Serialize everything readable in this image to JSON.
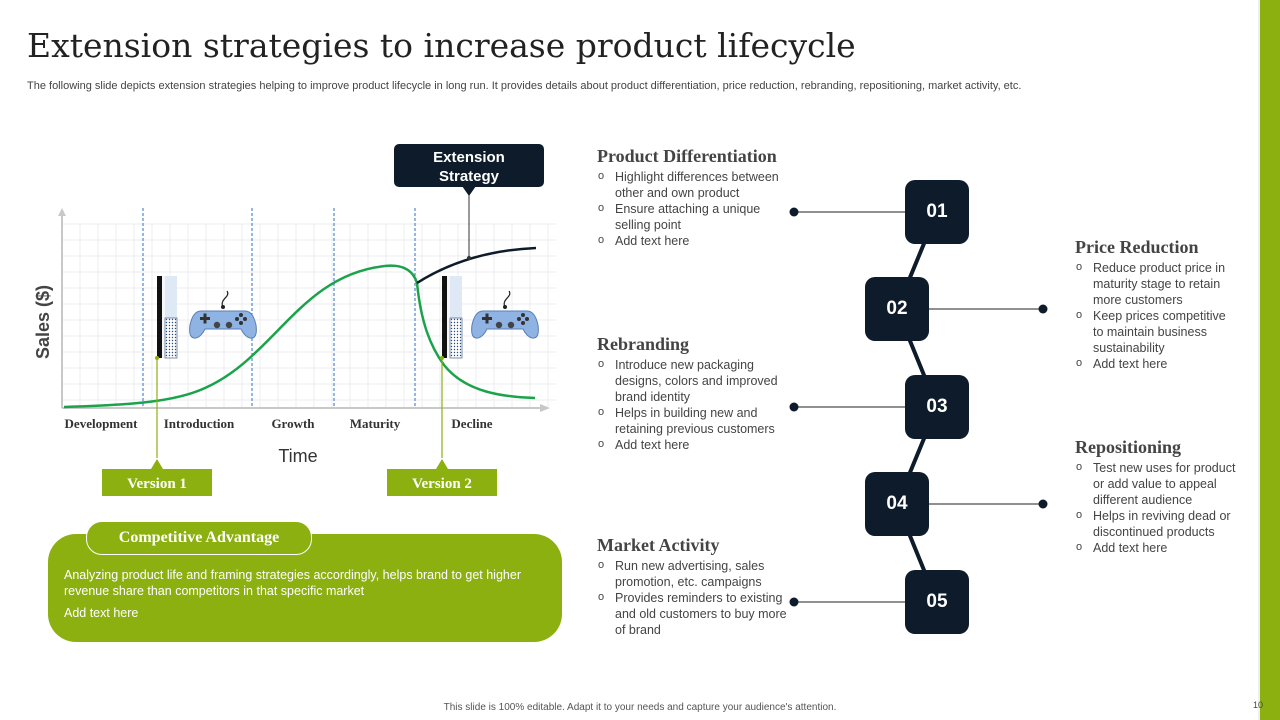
{
  "title": "Extension strategies to increase product lifecycle",
  "subtitle": "The following slide depicts extension strategies helping to improve product lifecycle in long run. It provides details about product differentiation, price reduction, rebranding, repositioning, market activity, etc.",
  "footer": "This slide is 100% editable. Adapt it to your needs and capture your audience's attention.",
  "page_number": "10",
  "colors": {
    "accent_green": "#8cb010",
    "curve_green": "#1aa34a",
    "navy": "#0d1b2a"
  },
  "icons": [
    "game-controller-icon",
    "battery-bar-icon"
  ],
  "chart_data": {
    "type": "line",
    "categories": [
      "Development",
      "Introduction",
      "Growth",
      "Maturity",
      "Decline"
    ],
    "xlabel": "Time",
    "ylabel": "Sales ($)",
    "callout": "Extension Strategy",
    "versions": [
      "Version 1",
      "Version 2"
    ],
    "grid": true
  },
  "competitive": {
    "label": "Competitive Advantage",
    "text": "Analyzing product life and framing strategies accordingly, helps brand to get higher revenue  share than competitors in that specific market",
    "extra": "Add text here"
  },
  "strategies": [
    {
      "number": "01",
      "title": "Product Differentiation",
      "bullets": [
        "Highlight differences between other and own product",
        "Ensure attaching a unique selling point",
        "Add text here"
      ]
    },
    {
      "number": "02",
      "title": "Price Reduction",
      "bullets": [
        "Reduce product price in maturity stage to retain more customers",
        "Keep prices competitive to maintain business sustainability",
        "Add text here"
      ]
    },
    {
      "number": "03",
      "title": "Rebranding",
      "bullets": [
        "Introduce new packaging designs, colors and improved brand identity",
        "Helps in building new and retaining previous  customers",
        "Add text here"
      ]
    },
    {
      "number": "04",
      "title": "Repositioning",
      "bullets": [
        "Test new uses for product or add value to appeal different audience",
        "Helps in reviving  dead or discontinued products",
        "Add text here"
      ]
    },
    {
      "number": "05",
      "title": "Market Activity",
      "bullets": [
        "Run new advertising, sales promotion, etc. campaigns",
        "Provides reminders to existing and old customers to buy more of brand"
      ]
    }
  ]
}
